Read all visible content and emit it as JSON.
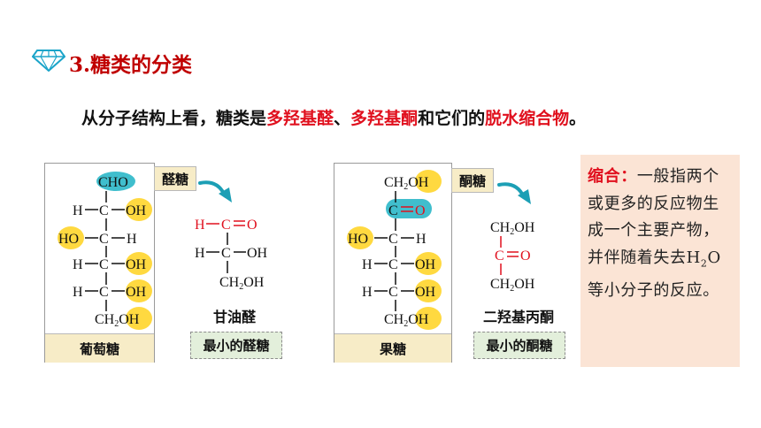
{
  "header": {
    "title": "3.糖类的分类",
    "icon": "diamond-icon",
    "accent": "#c00000"
  },
  "intro": {
    "prefix": "从分子结构上看，糖类是",
    "term1": "多羟基醛",
    "sep": "、",
    "term2": "多羟基酮",
    "mid": "和它们的",
    "term3": "脱水缩合物",
    "end": "。"
  },
  "glucose": {
    "tag": "醛糖",
    "name": "葡萄糖",
    "formula": {
      "cho": "CHO",
      "h": "H",
      "c": "C",
      "oh": "OH",
      "ho": "HO",
      "ch2": "CH",
      "sub2": "2",
      "oh_end": "OH"
    }
  },
  "glyceraldehyde": {
    "name": "甘油醛",
    "box": "最小的醛糖",
    "formula": {
      "h": "H",
      "c": "C",
      "o": "O",
      "oh": "OH",
      "ch2oh": "CH",
      "sub2": "2",
      "oh_end": "OH"
    }
  },
  "fructose": {
    "tag": "酮糖",
    "name": "果糖",
    "formula": {
      "ch2": "CH",
      "sub2": "2",
      "oh": "OH",
      "c": "C",
      "o": "O",
      "h": "H",
      "ho": "HO"
    }
  },
  "dihydroxyacetone": {
    "name": "二羟基丙酮",
    "box": "最小的酮糖",
    "formula": {
      "ch2": "CH",
      "sub2": "2",
      "oh": "OH",
      "c": "C",
      "o": "O"
    }
  },
  "note": {
    "key": "缩合：",
    "text_a": "一般指两个或更多的反应物生成一个主要产物，并伴随着失去H",
    "sub": "2",
    "text_b": "O等小分子的反应。"
  },
  "colors": {
    "red": "#e0101e",
    "highlight_yellow": "#ffd21f",
    "highlight_teal": "#1fb3c4",
    "arrow": "#1c9fb5",
    "note_bg": "#fbe4d5",
    "tag_bg": "#f7ecc7",
    "box_bg": "#e3efdb"
  }
}
